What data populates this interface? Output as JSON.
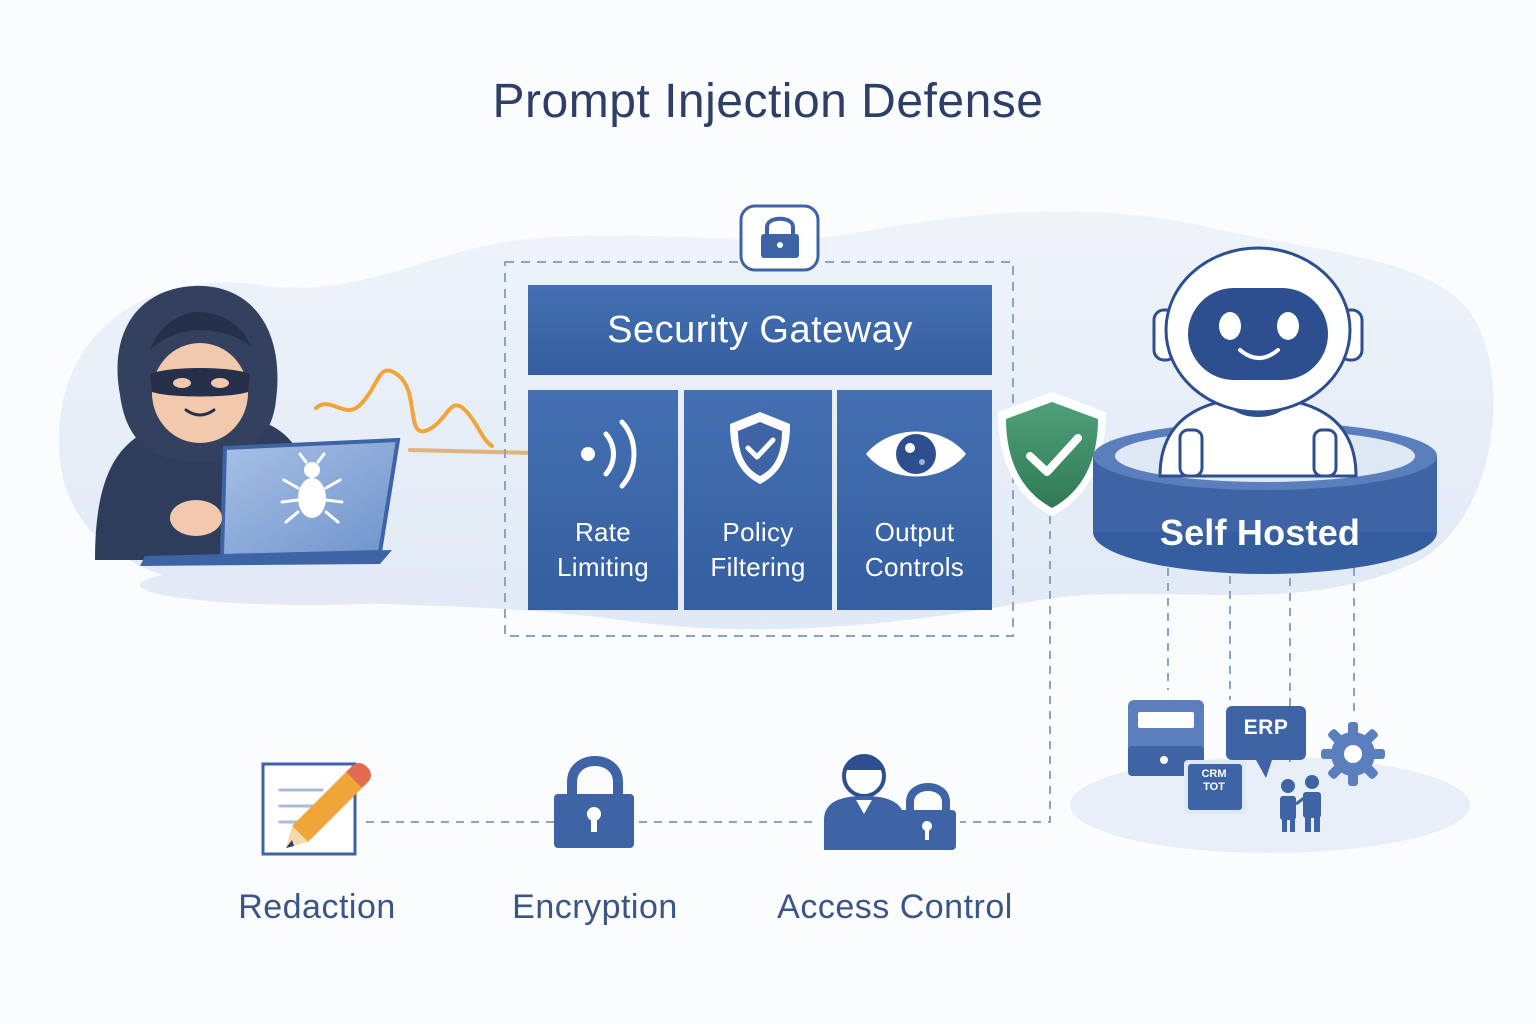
{
  "title": "Prompt Injection Defense",
  "gateway": {
    "title": "Security Gateway",
    "modules": [
      {
        "line1": "Rate",
        "line2": "Limiting",
        "icon": "signal-icon"
      },
      {
        "line1": "Policy",
        "line2": "Filtering",
        "icon": "shield-check-icon"
      },
      {
        "line1": "Output",
        "line2": "Controls",
        "icon": "eye-icon"
      }
    ],
    "lock_icon": "padlock-icon"
  },
  "attacker": {
    "icon": "hooded-hacker-icon",
    "laptop_icon": "bug-icon"
  },
  "verified_icon": "green-shield-check-icon",
  "model": {
    "label": "Self Hosted",
    "icon": "robot-icon"
  },
  "integrations": {
    "erp_label": "ERP",
    "crm_line1": "CRM",
    "crm_line2": "TOT",
    "icons": [
      "server-icon",
      "erp-chat-icon",
      "crm-card-icon",
      "people-icon",
      "gear-icon"
    ]
  },
  "controls": [
    {
      "label": "Redaction",
      "icon": "pencil-document-icon"
    },
    {
      "label": "Encryption",
      "icon": "padlock-icon"
    },
    {
      "label": "Access Control",
      "icon": "user-lock-icon"
    }
  ],
  "colors": {
    "title": "#2d3f66",
    "panel": "#3e64a6",
    "panel_dark": "#2d4f8f",
    "accent_green": "#3a8a63",
    "accent_orange": "#f0a43a",
    "backdrop": "#e7eef8"
  }
}
